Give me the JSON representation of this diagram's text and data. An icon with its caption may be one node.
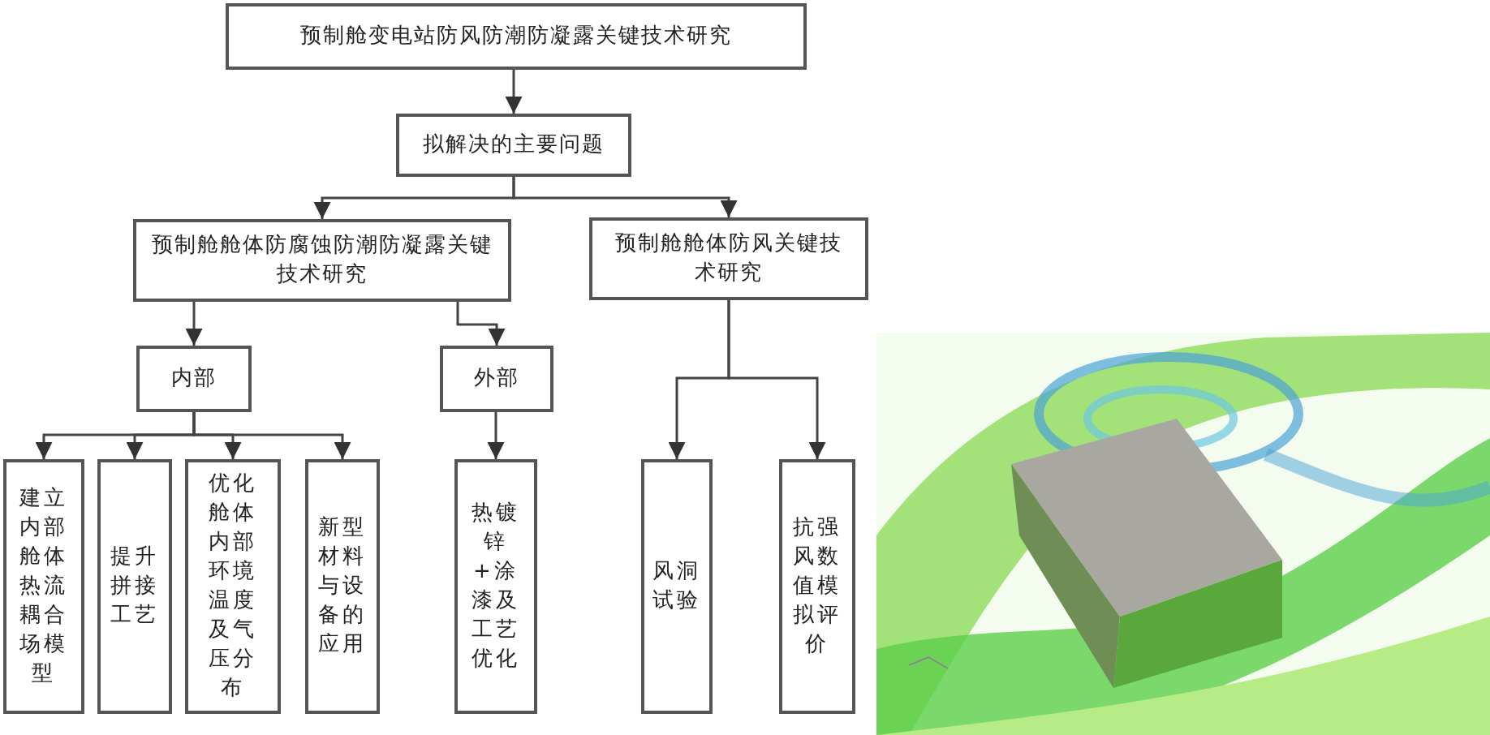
{
  "diagram": {
    "nodes": [
      {
        "text": [
          "预制舱变电站防风防潮防凝露关键技术研究"
        ]
      },
      {
        "text": [
          "拟解决的主要问题"
        ]
      },
      {
        "text": [
          "预制舱舱体防腐蚀防潮防凝露关键技术研究"
        ]
      },
      {
        "text": [
          "预制舱舱体防风关键技术研究"
        ]
      },
      {
        "text": [
          "内部"
        ]
      },
      {
        "text": [
          "外部"
        ]
      },
      {
        "text": [
          "建立内部舱体热流耦合场模型"
        ]
      },
      {
        "text": [
          "提升拼接工艺"
        ]
      },
      {
        "text": [
          "优化舱体内部环境温度及气压分布"
        ]
      },
      {
        "text": [
          "新型材料与设备的应用"
        ]
      },
      {
        "text": [
          "热镀锌+涂漆及工艺优化"
        ]
      },
      {
        "text": [
          "风洞试验"
        ]
      },
      {
        "text": [
          "抗强风数值模拟评价"
        ]
      }
    ],
    "edges": [
      {
        "from": 0,
        "to": 1,
        "arrow": "to"
      },
      {
        "from": 1,
        "to": 2,
        "arrow": "to"
      },
      {
        "from": 1,
        "to": 3,
        "arrow": "to"
      },
      {
        "from": 2,
        "to": 4,
        "arrow": "to"
      },
      {
        "from": 2,
        "to": 5,
        "arrow": "to"
      },
      {
        "from": 4,
        "to": 6,
        "arrow": "to"
      },
      {
        "from": 4,
        "to": 7,
        "arrow": "to"
      },
      {
        "from": 4,
        "to": 8,
        "arrow": "to"
      },
      {
        "from": 4,
        "to": 9,
        "arrow": "to"
      },
      {
        "from": 5,
        "to": 10,
        "arrow": "to"
      },
      {
        "from": 3,
        "to": 11,
        "arrow": "to"
      },
      {
        "from": 3,
        "to": 12,
        "arrow": "to"
      }
    ]
  }
}
